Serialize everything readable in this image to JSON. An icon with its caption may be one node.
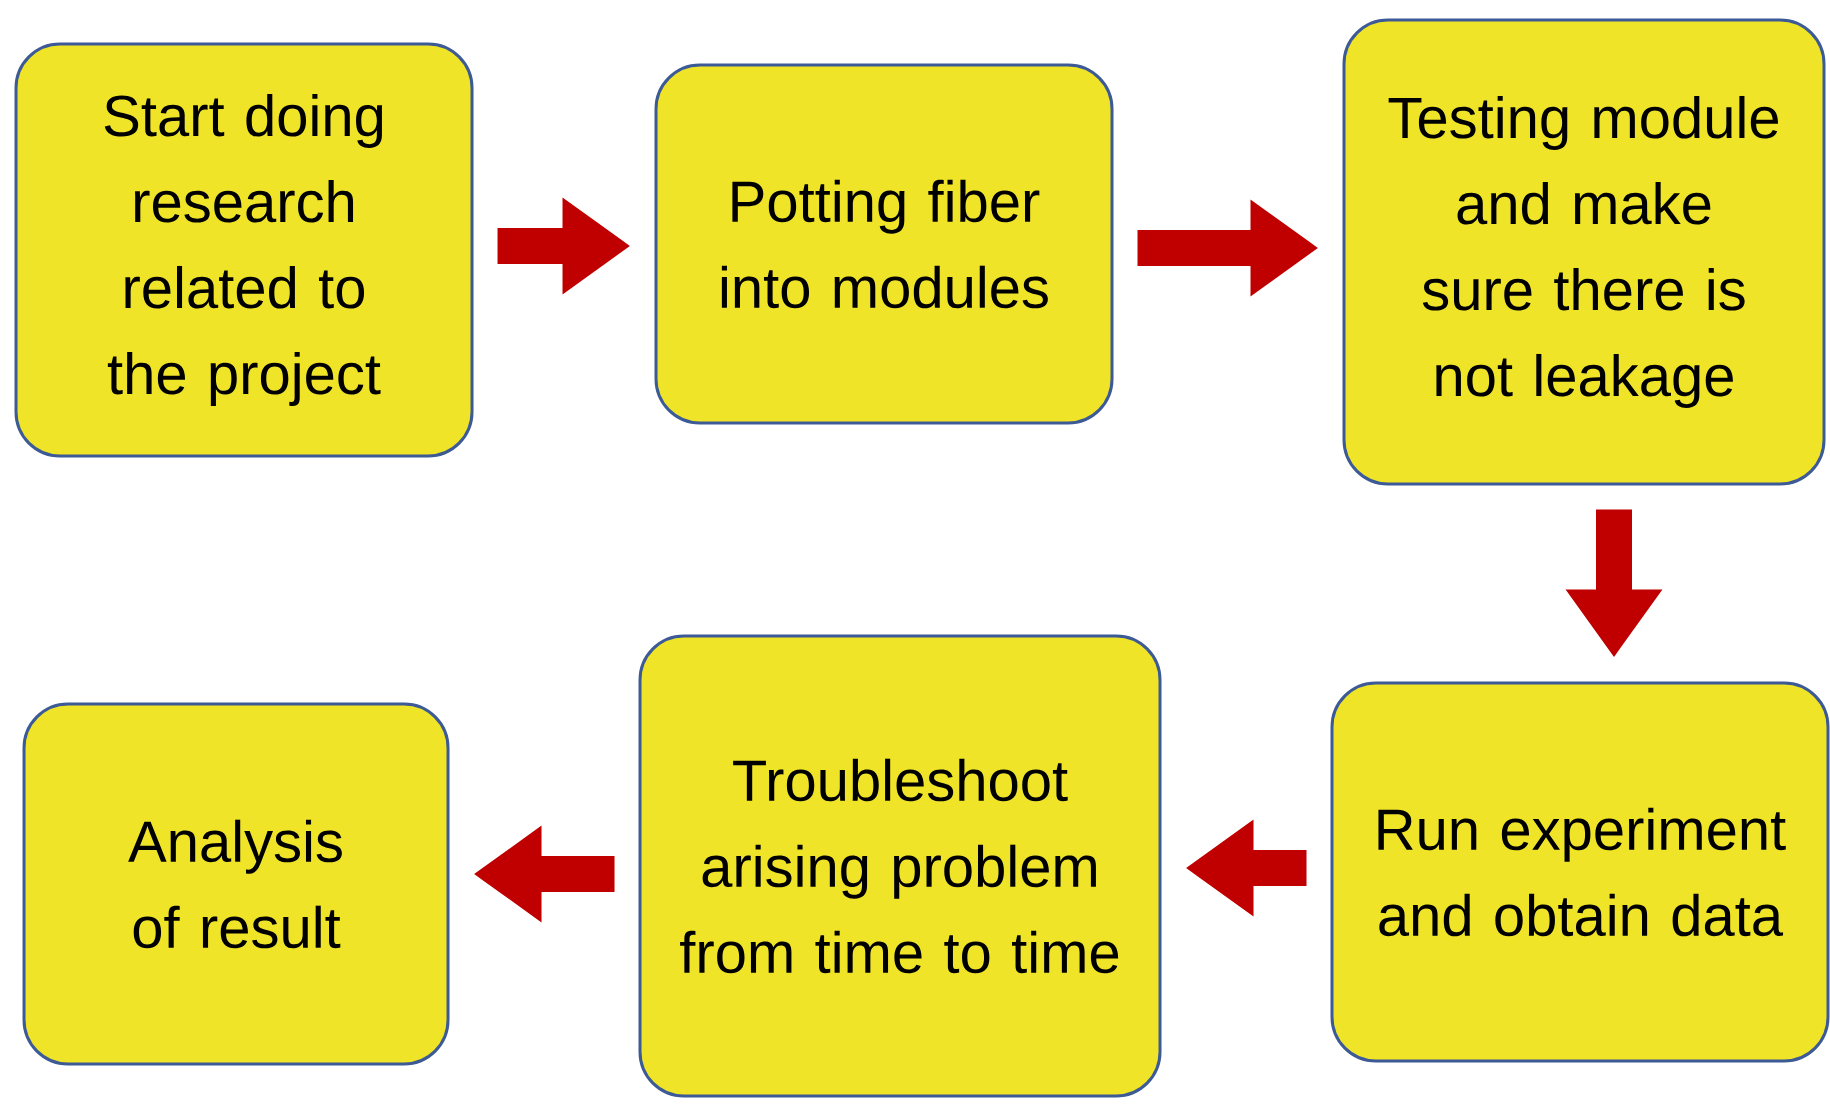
{
  "diagram": {
    "nodes": [
      {
        "text": [
          "Start doing research related to the project"
        ]
      },
      {
        "text": [
          "Potting fiber into modules"
        ]
      },
      {
        "text": [
          "Testing module and make sure there is not leakage"
        ]
      },
      {
        "text": [
          "Run experiment and obtain data"
        ]
      },
      {
        "text": [
          "Troubleshoot arising problem from time to time"
        ]
      },
      {
        "text": [
          "Analysis of result"
        ]
      }
    ],
    "edges": [
      {
        "from": 0,
        "to": 1,
        "arrow": "to"
      },
      {
        "from": 1,
        "to": 2,
        "arrow": "to"
      },
      {
        "from": 2,
        "to": 3,
        "arrow": "to"
      },
      {
        "from": 3,
        "to": 4,
        "arrow": "to"
      },
      {
        "from": 4,
        "to": 5,
        "arrow": "to"
      }
    ]
  }
}
